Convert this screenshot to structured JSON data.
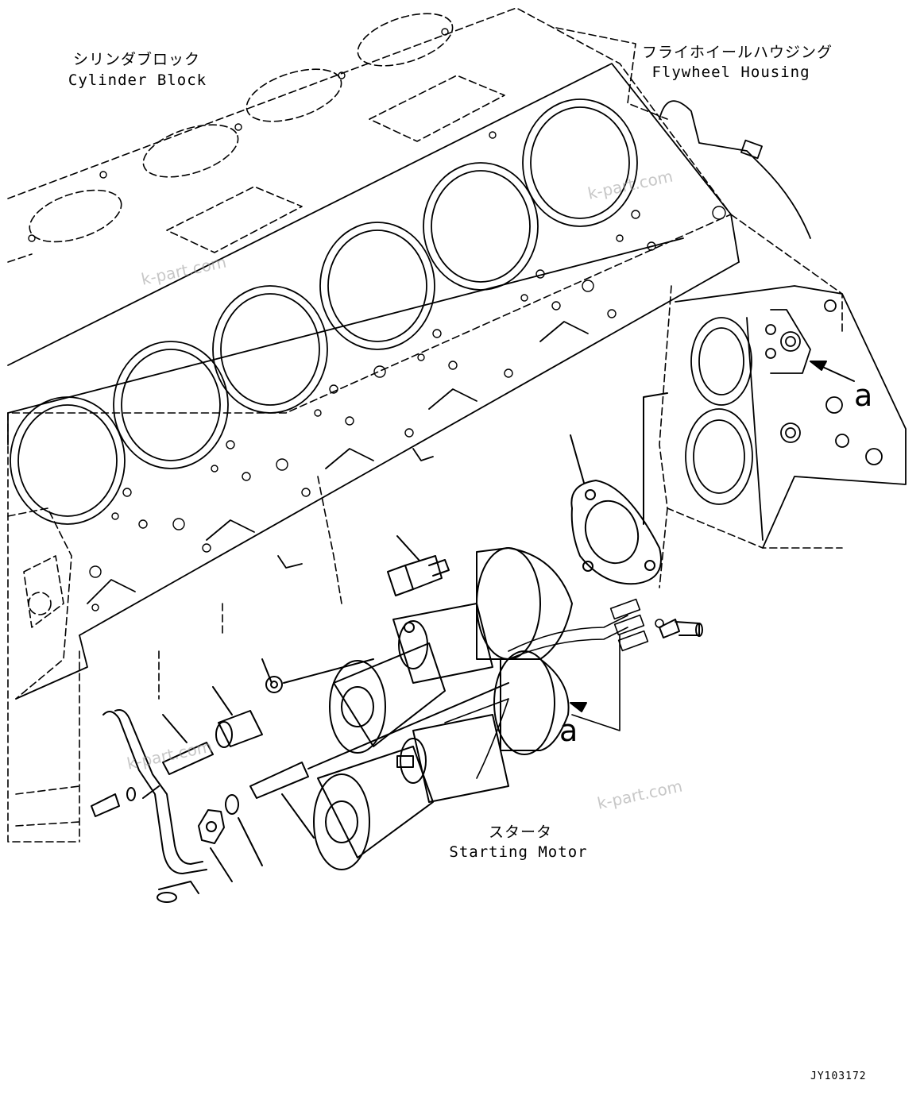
{
  "labels": {
    "cylinder_block_jp": "シリンダブロック",
    "cylinder_block_en": "Cylinder Block",
    "flywheel_housing_jp": "フライホイールハウジング",
    "flywheel_housing_en": "Flywheel Housing",
    "starter_jp": "スタータ",
    "starter_en": "Starting Motor",
    "ref_a_upper": "a",
    "ref_a_lower": "a"
  },
  "watermarks": [
    "k-part.com",
    "k-part.com",
    "k-part.com",
    "k-part.com"
  ],
  "drawing_code": "JY103172",
  "colors": {
    "line": "#000000",
    "watermark": "#9a9a9a"
  }
}
